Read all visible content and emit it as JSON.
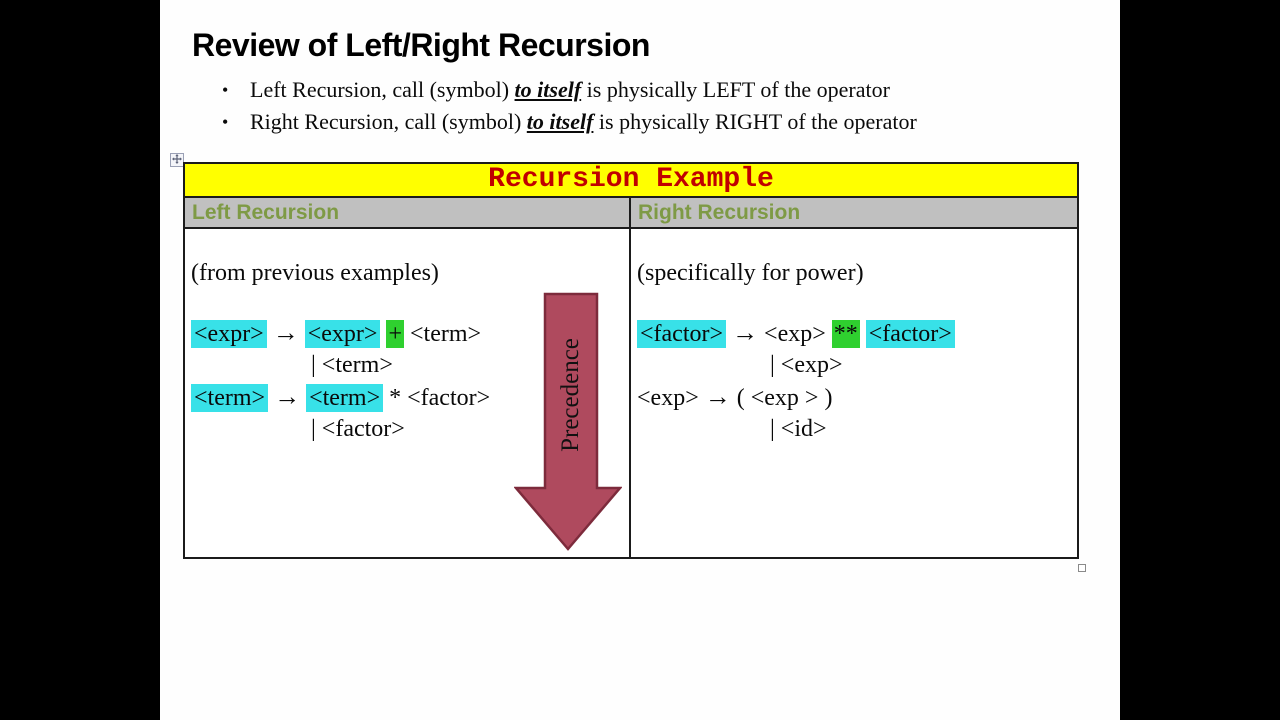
{
  "slide": {
    "title": "Review of Left/Right Recursion",
    "bullet_glyph": "•",
    "bullets": [
      {
        "lead": "Left Recursion, call (symbol) ",
        "emphasis": "to itself",
        "rest": " is physically LEFT of the operator"
      },
      {
        "lead": "Right Recursion, call (symbol) ",
        "emphasis": "to itself",
        "rest": " is physically RIGHT of the operator"
      }
    ]
  },
  "table": {
    "title": "Recursion Example",
    "header": [
      "Left Recursion",
      "Right Recursion"
    ],
    "cells": [
      {
        "note": "(from previous examples)",
        "rules": [
          {
            "indent": false,
            "segments": [
              {
                "text": "<expr>",
                "highlight": "cyan"
              },
              {
                "text": "→",
                "type": "arrow"
              },
              {
                "text": "<expr>",
                "highlight": "cyan"
              },
              {
                "text": "+",
                "highlight": "green"
              },
              {
                "text": "<term>"
              }
            ]
          },
          {
            "indent": true,
            "segments": [
              {
                "text": "| <term>"
              }
            ]
          },
          {
            "indent": false,
            "segments": [
              {
                "text": "<term>",
                "highlight": "cyan"
              },
              {
                "text": "→",
                "type": "arrow"
              },
              {
                "text": "<term>",
                "highlight": "cyan"
              },
              {
                "text": "*"
              },
              {
                "text": "<factor>"
              }
            ]
          },
          {
            "indent": true,
            "segments": [
              {
                "text": "| <factor>"
              }
            ]
          }
        ]
      },
      {
        "note": "(specifically for power)",
        "rules": [
          {
            "indent": false,
            "segments": [
              {
                "text": "<factor>",
                "highlight": "cyan"
              },
              {
                "text": "→",
                "type": "arrow"
              },
              {
                "text": "<exp>"
              },
              {
                "text": "**",
                "highlight": "green"
              },
              {
                "text": "<factor>",
                "highlight": "cyan"
              }
            ]
          },
          {
            "indent": true,
            "segments": [
              {
                "text": "| <exp>"
              }
            ]
          },
          {
            "indent": false,
            "segments": [
              {
                "text": "<exp>"
              },
              {
                "text": "→",
                "type": "arrow"
              },
              {
                "text": "( <exp > )"
              }
            ]
          },
          {
            "indent": true,
            "segments": [
              {
                "text": "| <id>"
              }
            ]
          }
        ]
      }
    ]
  },
  "arrow": {
    "label": "Precedence"
  },
  "colors": {
    "table_title_bg": "#ffff00",
    "table_title_text": "#c00000",
    "header_row_bg": "#c0c0c0",
    "header_text": "#7e9a45",
    "highlight_cyan": "#38e1e8",
    "highlight_green": "#2fd02f",
    "arrow_fill": "#af4a5e",
    "arrow_border": "#7d2b3c"
  }
}
